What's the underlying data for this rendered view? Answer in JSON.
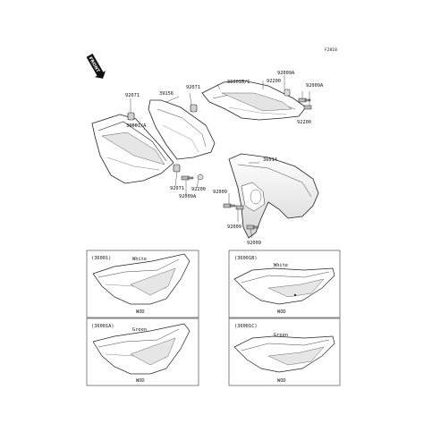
{
  "diagram": {
    "code": "F2810",
    "front_badge": "FRONT",
    "parts": {
      "p92071_a": "92071",
      "p39156": "39156",
      "p92071_b": "92071",
      "p36001bc": "36001B/C",
      "p92009a_a": "92009A",
      "p92200_a": "92200",
      "p92009a_b": "92009A",
      "p92200_b": "92200",
      "p36001a": "36001/A",
      "p36014": "36014",
      "p92071_c": "92071",
      "p92200_c": "92200",
      "p92009a_c": "92009A",
      "p92009_a": "92009",
      "p92009_b": "92009",
      "p92009_c": "92009"
    },
    "variants": [
      {
        "id": "(36001)",
        "color": "White",
        "note": "WOD"
      },
      {
        "id": "(36001B)",
        "color": "White",
        "note": "WOD"
      },
      {
        "id": "(36001A)",
        "color": "Green",
        "note": "WOD"
      },
      {
        "id": "(36001C)",
        "color": "Green",
        "note": "WOD"
      }
    ]
  }
}
